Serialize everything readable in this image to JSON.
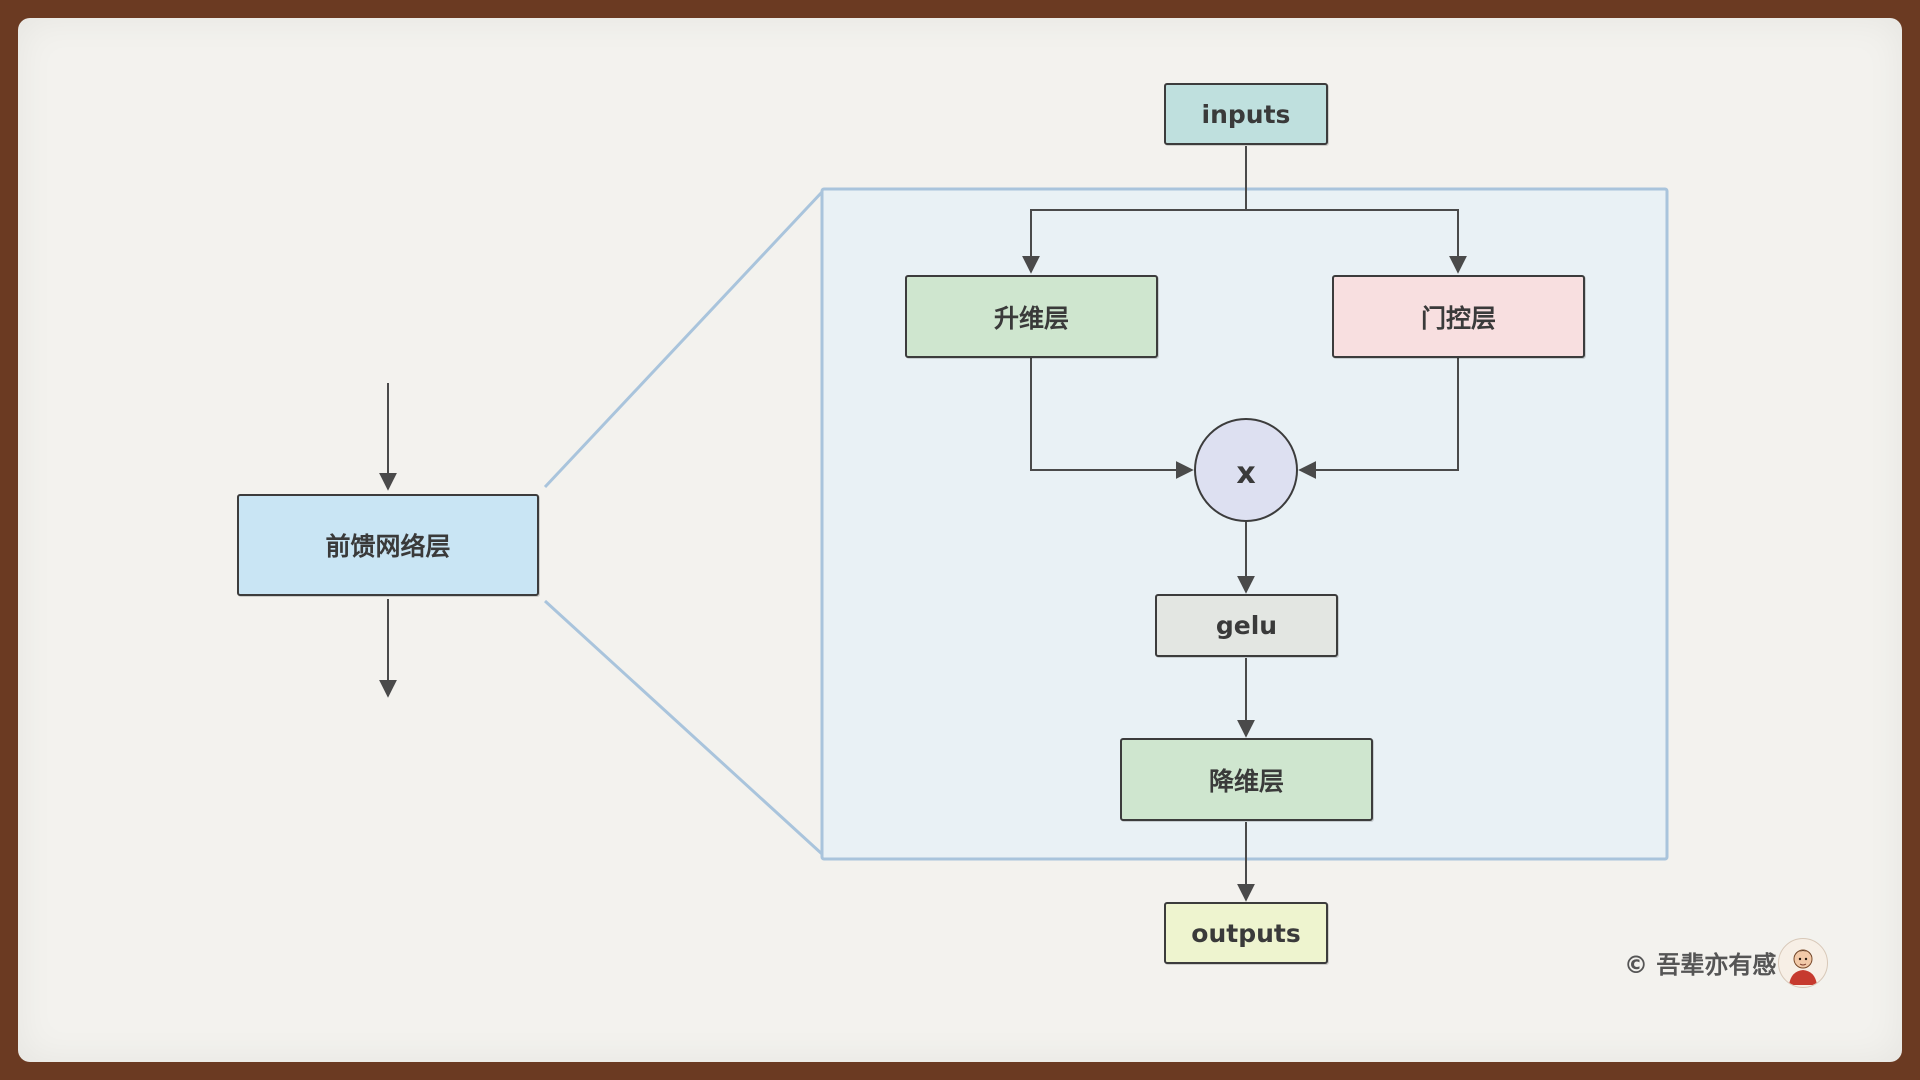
{
  "diagram": {
    "nodes": {
      "inputs": "inputs",
      "up_layer": "升维层",
      "gate_layer": "门控层",
      "multiply": "x",
      "gelu": "gelu",
      "down_layer": "降维层",
      "outputs": "outputs",
      "ffn_layer": "前馈网络层"
    },
    "colors": {
      "inputs": "#bfe0de",
      "up_layer": "#cfe6cf",
      "gate_layer": "#f8dfe0",
      "multiply": "#dde0f1",
      "gelu": "#e3e6e2",
      "down_layer": "#cfe6cf",
      "outputs": "#eef4cf",
      "ffn_layer": "#c9e5f4",
      "zoom_panel": "#e9f1f5",
      "zoom_border": "#a9c4dc",
      "line": "#4a4a4a"
    }
  },
  "credit": {
    "text": "© 吾辈亦有感",
    "avatar_icon": "person-avatar-icon"
  }
}
